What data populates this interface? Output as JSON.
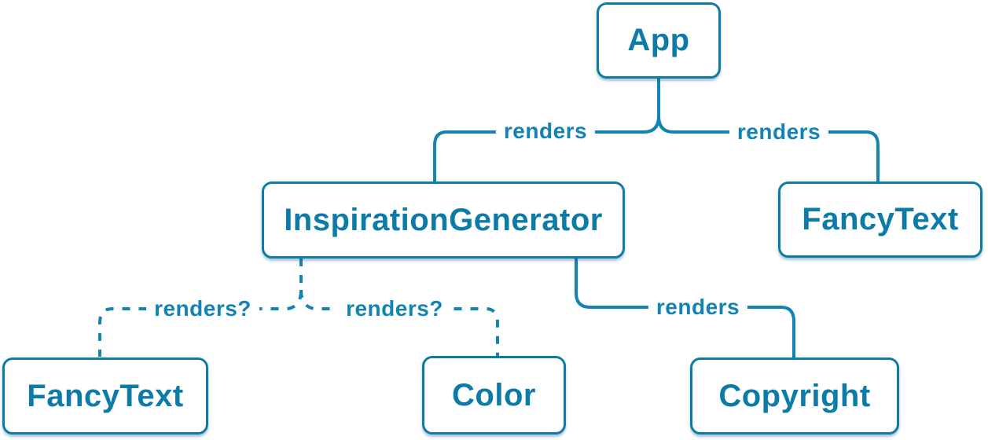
{
  "diagram": {
    "type": "component-tree",
    "colors": {
      "background": "#ffffff",
      "node_fill": "#ffffff",
      "node_border": "#0d7ba7",
      "node_text": "#0d7ba7",
      "edge_line": "#1383b4",
      "edge_label_text": "#1383b4"
    },
    "nodes": [
      {
        "id": "app",
        "label": "App"
      },
      {
        "id": "inspiration-generator",
        "label": "InspirationGenerator"
      },
      {
        "id": "fancy-text-top",
        "label": "FancyText"
      },
      {
        "id": "fancy-text-bottom",
        "label": "FancyText"
      },
      {
        "id": "color",
        "label": "Color"
      },
      {
        "id": "copyright",
        "label": "Copyright"
      }
    ],
    "edges": [
      {
        "from": "App",
        "to": "InspirationGenerator",
        "label": "renders",
        "style": "solid"
      },
      {
        "from": "App",
        "to": "FancyText",
        "label": "renders",
        "style": "solid"
      },
      {
        "from": "InspirationGenerator",
        "to": "FancyText",
        "label": "renders?",
        "style": "dashed"
      },
      {
        "from": "InspirationGenerator",
        "to": "Color",
        "label": "renders?",
        "style": "dashed"
      },
      {
        "from": "InspirationGenerator",
        "to": "Copyright",
        "label": "renders",
        "style": "solid"
      }
    ]
  }
}
